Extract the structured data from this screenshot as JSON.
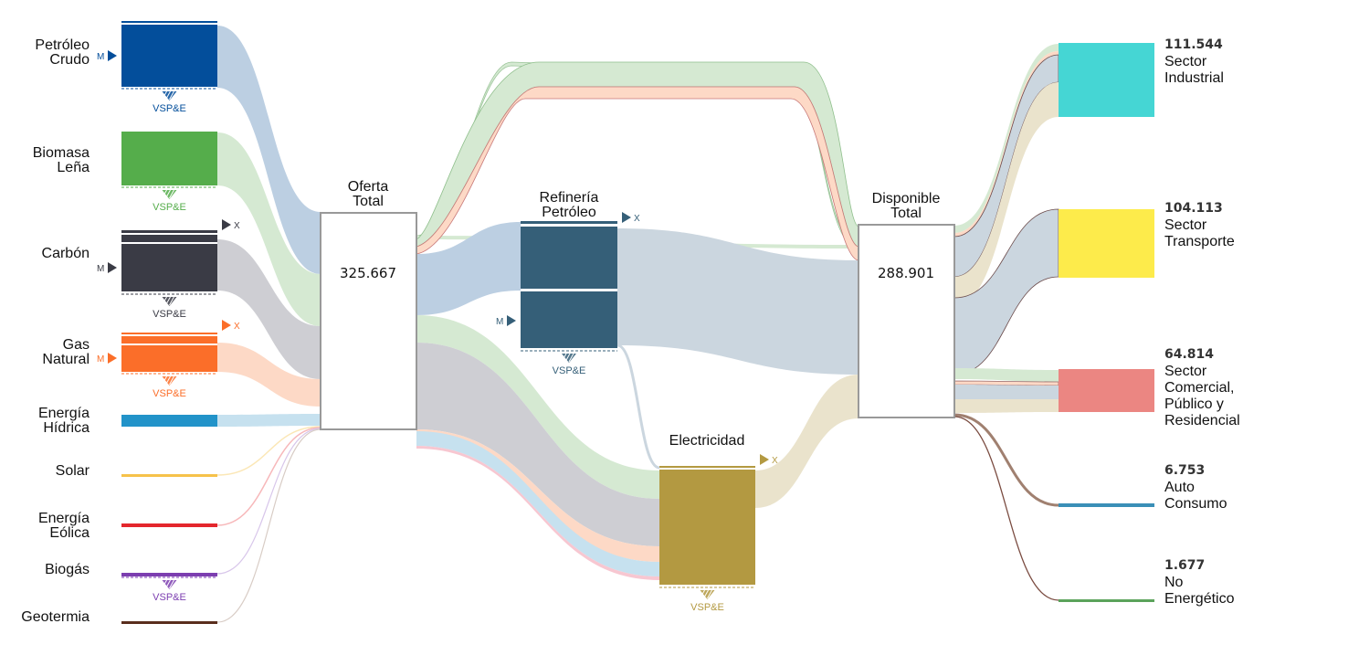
{
  "chart_data": {
    "type": "sankey",
    "title": "",
    "sources": [
      {
        "id": "petroleo",
        "label": [
          "Petróleo",
          "Crudo"
        ],
        "color": "#034E9B",
        "link_color": "#BCCFE2",
        "markers": {
          "M": true,
          "X": false,
          "VSP": true
        }
      },
      {
        "id": "biomasa",
        "label": [
          "Biomasa",
          "Leña"
        ],
        "color": "#55AD4B",
        "link_color": "#D5E9D2",
        "markers": {
          "M": false,
          "X": false,
          "VSP": true
        }
      },
      {
        "id": "carbon",
        "label": [
          "Carbón"
        ],
        "color": "#3A3B45",
        "link_color": "#CECED3",
        "markers": {
          "M": true,
          "X": true,
          "VSP": true
        }
      },
      {
        "id": "gas",
        "label": [
          "Gas",
          "Natural"
        ],
        "color": "#FB6E29",
        "link_color": "#FDD9C6",
        "markers": {
          "M": true,
          "X": true,
          "VSP": true
        }
      },
      {
        "id": "hidrica",
        "label": [
          "Energía",
          "Hídrica"
        ],
        "color": "#2293C9",
        "link_color": "#C6E1EF",
        "markers": {
          "M": false,
          "X": false,
          "VSP": false
        }
      },
      {
        "id": "solar",
        "label": [
          "Solar"
        ],
        "color": "#F6C24A",
        "link_color": "#FBE7B6",
        "markers": {
          "M": false,
          "X": false,
          "VSP": false
        }
      },
      {
        "id": "eolica",
        "label": [
          "Energía",
          "Eólica"
        ],
        "color": "#E4272D",
        "link_color": "#F7B8BA",
        "markers": {
          "M": false,
          "X": false,
          "VSP": false
        }
      },
      {
        "id": "biogas",
        "label": [
          "Biogás"
        ],
        "color": "#7C3EB0",
        "link_color": "#D8C6EA",
        "markers": {
          "M": false,
          "X": false,
          "VSP": true
        }
      },
      {
        "id": "geotermia",
        "label": [
          "Geotermia"
        ],
        "color": "#5A2E1D",
        "link_color": "#D8CCC5",
        "markers": {
          "M": false,
          "X": false,
          "VSP": false
        }
      }
    ],
    "intermediate": {
      "oferta": {
        "label": [
          "Oferta",
          "Total"
        ],
        "value": "325.667"
      },
      "refineria": {
        "label": [
          "Refinería",
          "Petróleo"
        ],
        "color": "#355F78",
        "link_color": "#CBD6DF",
        "markers": {
          "M": true,
          "X": true,
          "VSP": true
        }
      },
      "electricidad": {
        "label": [
          "Electricidad"
        ],
        "color": "#B39941",
        "link_color": "#EAE3CC",
        "markers": {
          "M": false,
          "X": true,
          "VSP": true
        }
      },
      "disponible": {
        "label": [
          "Disponible",
          "Total"
        ],
        "value": "288.901"
      }
    },
    "sinks": [
      {
        "id": "industrial",
        "value": "111.544",
        "label": [
          "Sector",
          "Industrial"
        ],
        "color": "#45D6D4"
      },
      {
        "id": "transporte",
        "value": "104.113",
        "label": [
          "Sector",
          "Transporte"
        ],
        "color": "#FDEB4B"
      },
      {
        "id": "comercial",
        "value": "64.814",
        "label": [
          "Sector",
          "Comercial,",
          "Público y",
          "Residencial"
        ],
        "color": "#EB8682"
      },
      {
        "id": "autoconsumo",
        "value": "6.753",
        "label": [
          "Auto",
          "Consumo"
        ],
        "color": "#3A8FB7"
      },
      {
        "id": "noenergetico",
        "value": "1.677",
        "label": [
          "No",
          "Energético"
        ],
        "color": "#5BA35B"
      }
    ],
    "marker_text": {
      "import": "M",
      "export": "X",
      "stock": "VSP&E"
    }
  }
}
